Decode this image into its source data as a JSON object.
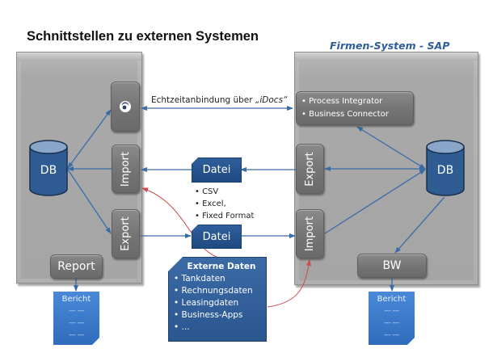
{
  "title": "Schnittstellen zu externen Systemen",
  "right_system_title": "Firmen-System - SAP",
  "left_system": {
    "db_label": "DB",
    "realtime_icon": "idoc-eye-icon",
    "import_label": "Import",
    "export_label": "Export",
    "report_label": "Report",
    "report_doc": {
      "title": "Bericht",
      "lines": [
        "--- ---",
        "--- ---",
        "--- ---"
      ]
    }
  },
  "right_system": {
    "db_label": "DB",
    "integration_items": [
      "Process Integrator",
      "Business Connector"
    ],
    "export_label": "Export",
    "import_label": "Import",
    "bw_label": "BW",
    "report_doc": {
      "title": "Bericht",
      "lines": [
        "--- ---",
        "--- ---",
        "--- ---"
      ]
    }
  },
  "connections": {
    "realtime_label_prefix": "Echtzeitanbindung über ",
    "realtime_label_emph": "„iDocs“"
  },
  "files": {
    "top_label": "Datei",
    "bottom_label": "Datei",
    "formats": [
      "CSV",
      "Excel,",
      "Fixed Format"
    ]
  },
  "external_data": {
    "title": "Externe Daten",
    "items": [
      "Tankdaten",
      "Rechnungsdaten",
      "Leasingdaten",
      "Business-Apps",
      "..."
    ]
  },
  "colors": {
    "arrow_blue": "#3a6aa8",
    "arrow_red": "#d04a4a",
    "db_blue": "#2f5c92",
    "title_blue": "#2f5d9a"
  }
}
